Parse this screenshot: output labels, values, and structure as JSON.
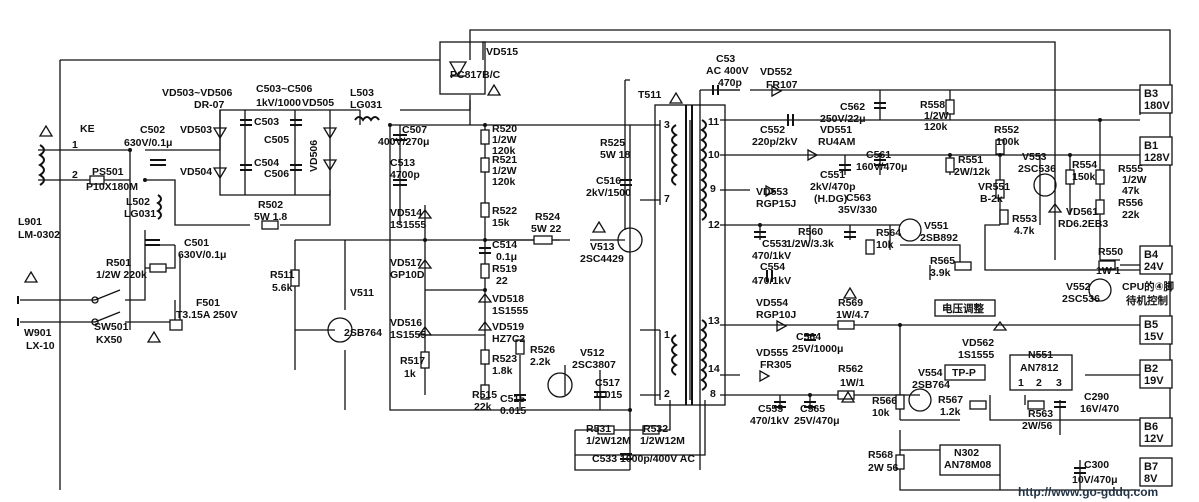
{
  "labels": {
    "KE": "KE",
    "C502": "C502",
    "C502v": "630V/0.1μ",
    "PS501": "PS501",
    "PS501v": "P10X180M",
    "L901": "L901",
    "L901v": "LM-0302",
    "L502": "L502",
    "L502v": "LG031",
    "R502": "R502",
    "R502v": "5W 1.8",
    "C501": "C501",
    "C501v": "630V/0.1μ",
    "R501": "R501",
    "R501v": "1/2W 220k",
    "F501": "F501",
    "F501v": "T3.15A 250V",
    "W901": "W901",
    "W901v": "LX-10",
    "SW501": "SW501",
    "SW501v": "KX50",
    "VD503_506": "VD503~VD506",
    "VD503_506v": "DR-07",
    "VD503": "VD503",
    "VD504": "VD504",
    "C503_506": "C503~C506",
    "C503_506v": "1kV/1000",
    "C503": "C503",
    "C504": "C504",
    "C505": "C505",
    "C506": "C506",
    "VD505": "VD505",
    "VD506": "VD506",
    "L503": "L503",
    "L503v": "LG031",
    "C507": "C507",
    "C507v": "400V/270μ",
    "C513": "C513",
    "C513v": "4700p",
    "R511": "R511",
    "R511v": "5.6k",
    "V511": "V511",
    "V511v": "2SB764",
    "R517": "R517",
    "R517v": "1k",
    "VD514": "VD514",
    "VD514v": "1S1555",
    "VD517": "VD517",
    "VD517v": "GP10D",
    "VD516": "VD516",
    "VD516v": "1S1555",
    "R515": "R515",
    "R515v": "22k",
    "VD515": "VD515",
    "PC817": "PC817B/C",
    "R520": "R520",
    "R520v1": "1/2W",
    "R520v2": "120k",
    "R521": "R521",
    "R521v1": "1/2W",
    "R521v2": "120k",
    "R522": "R522",
    "R522v": "15k",
    "C514": "C514",
    "C514v": "0.1μ",
    "R519": "R519",
    "R519v": "22",
    "VD518": "VD518",
    "VD518v": "1S1555",
    "VD519": "VD519",
    "VD519v": "HZ7C2",
    "R523": "R523",
    "R523v": "1.8k",
    "R526": "R526",
    "R526v": "2.2k",
    "C515": "C515",
    "C515v": "0.015",
    "R524": "R524",
    "R524v": "5W 22",
    "R525": "R525",
    "R525v": "5W 18",
    "C516": "C516",
    "C516v": "2kV/1500",
    "V513": "V513",
    "V513v": "2SC4429",
    "V512": "V512",
    "V512v": "2SC3807",
    "C517": "C517",
    "C517v": "0.015",
    "R531": "R531",
    "R531v": "1/2W12M",
    "R532": "R532",
    "R532v": "1/2W12M",
    "C533": "C533",
    "C533v": "1000p/400V AC",
    "T511": "T511",
    "C53": "C53",
    "C53v1": "AC 400V",
    "C53v2": "470p",
    "VD552": "VD552",
    "VD552v": "FR107",
    "C552": "C552",
    "C552v": "220p/2kV",
    "C562": "C562",
    "C562v": "250V/22μ",
    "R558": "R558",
    "R558v1": "1/2W",
    "R558v2": "120k",
    "VD551": "VD551",
    "VD551v": "RU4AM",
    "C551": "C551",
    "C551v1": "2kV/470p",
    "C551v2": "(H.DG)",
    "C561": "C561",
    "C561v": "160V/470μ",
    "R551": "R551",
    "R551v": "2W/12k",
    "R552": "R552",
    "R552v": "100k",
    "V553": "V553",
    "V553v": "2SC536",
    "R554": "R554",
    "R554v": "150k",
    "R555": "R555",
    "R555v1": "1/2W",
    "R555v2": "47k",
    "R556": "R556",
    "R556v": "22k",
    "VR551": "VR551",
    "VR551v": "B-2k",
    "R553": "R553",
    "R553v": "4.7k",
    "VD561": "VD561",
    "VD561v": "RD6.2EB3",
    "VD553": "VD553",
    "VD553v": "RGP15J",
    "C553": "C553",
    "C553v": "470/1kV",
    "R560": "R560",
    "R560v": "1/2W/3.3k",
    "C563": "C563",
    "C563v": "35V/330",
    "R564": "R564",
    "R564v": "10k",
    "V551": "V551",
    "V551v": "2SB892",
    "R565": "R565",
    "R565v": "3.9k",
    "adj": "电压调整",
    "R550": "R550",
    "R550v": "1W 1",
    "V552": "V552",
    "V552v": "2SC536",
    "cpu1": "CPU的④脚",
    "cpu2": "待机控制",
    "C554": "C554",
    "C554v": "470/1kV",
    "VD554": "VD554",
    "VD554v": "RGP10J",
    "R569": "R569",
    "R569v": "1W/4.7",
    "C564": "C564",
    "C564v": "25V/1000μ",
    "VD562": "VD562",
    "VD562v": "1S1555",
    "N551": "N551",
    "N551v": "AN7812",
    "VD555": "VD555",
    "VD555v": "FR305",
    "R562": "R562",
    "R562v": "1W/1",
    "V554": "V554",
    "V554v": "2SB764",
    "TPP": "TP-P",
    "R566": "R566",
    "R566v": "10k",
    "R567": "R567",
    "R567v": "1.2k",
    "R563": "R563",
    "R563v": "2W/56",
    "C290": "C290",
    "C290v": "16V/470",
    "C555": "C555",
    "C555v": "470/1kV",
    "C565": "C565",
    "C565v": "25V/470μ",
    "R568": "R568",
    "R568v": "2W 56",
    "N302": "N302",
    "N302v": "AN78M08",
    "C300": "C300",
    "C300v": "10V/470μ",
    "w1": "11",
    "w2": "10",
    "w3": "9",
    "w4": "12",
    "w5": "13",
    "w6": "14",
    "w7": "8",
    "w8": "3",
    "w9": "7",
    "w10": "1",
    "w11": "2",
    "p1": "1",
    "p2": "2",
    "n1": "1",
    "n2": "2",
    "n3": "3"
  },
  "outputs": [
    {
      "name": "B3",
      "value": "180V"
    },
    {
      "name": "B1",
      "value": "128V"
    },
    {
      "name": "B4",
      "value": "24V"
    },
    {
      "name": "B5",
      "value": "15V"
    },
    {
      "name": "B2",
      "value": "19V"
    },
    {
      "name": "B6",
      "value": "12V"
    },
    {
      "name": "B7",
      "value": "8V"
    }
  ],
  "watermark": "http://www.go-gddq.com"
}
